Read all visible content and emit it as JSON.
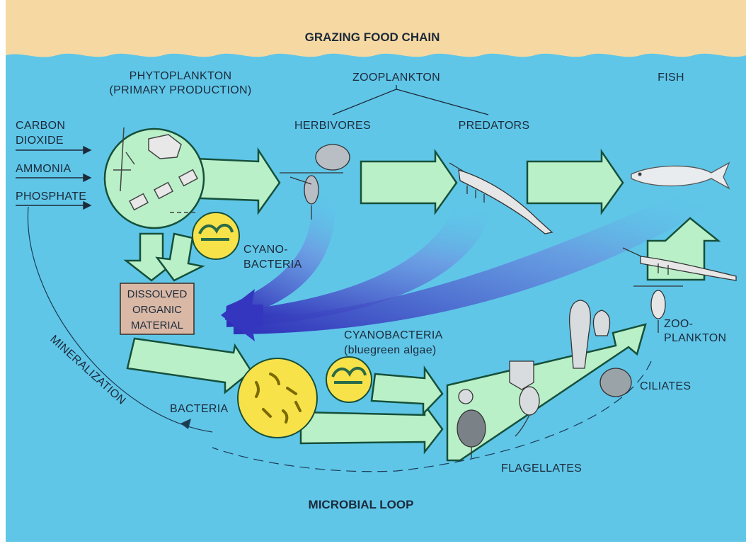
{
  "diagram": {
    "top_title": "GRAZING FOOD CHAIN",
    "bottom_title": "MICROBIAL LOOP",
    "phytoplankton": [
      "PHYTOPLANKTON",
      "(PRIMARY PRODUCTION)"
    ],
    "zooplankton": "ZOOPLANKTON",
    "fish": "FISH",
    "herbivores": "HERBIVORES",
    "predators": "PREDATORS",
    "carbon_dioxide": [
      "CARBON",
      "DIOXIDE"
    ],
    "ammonia": "AMMONIA",
    "phosphate": "PHOSPHATE",
    "cyanobacteria_upper": [
      "CYANO-",
      "BACTERIA"
    ],
    "dissolved_organic_material": [
      "DISSOLVED",
      "ORGANIC",
      "MATERIAL"
    ],
    "cyanobacteria_lower": [
      "CYANOBACTERIA",
      "(bluegreen algae)"
    ],
    "bacteria": "BACTERIA",
    "mineralization": "MINERALIZATION",
    "zooplankton_right": [
      "ZOO-",
      "PLANKTON"
    ],
    "ciliates": "CILIATES",
    "flagellates": "FLAGELLATES"
  },
  "colors": {
    "sky": "#f6d9a2",
    "water": "#5fc6e8",
    "arrow_fill": "#b9f0c8",
    "arrow_stroke": "#16503a",
    "sun_yellow": "#f8e24a",
    "dom_box": "#d9b9a6",
    "blue_arrow": "#3a3ec4"
  }
}
